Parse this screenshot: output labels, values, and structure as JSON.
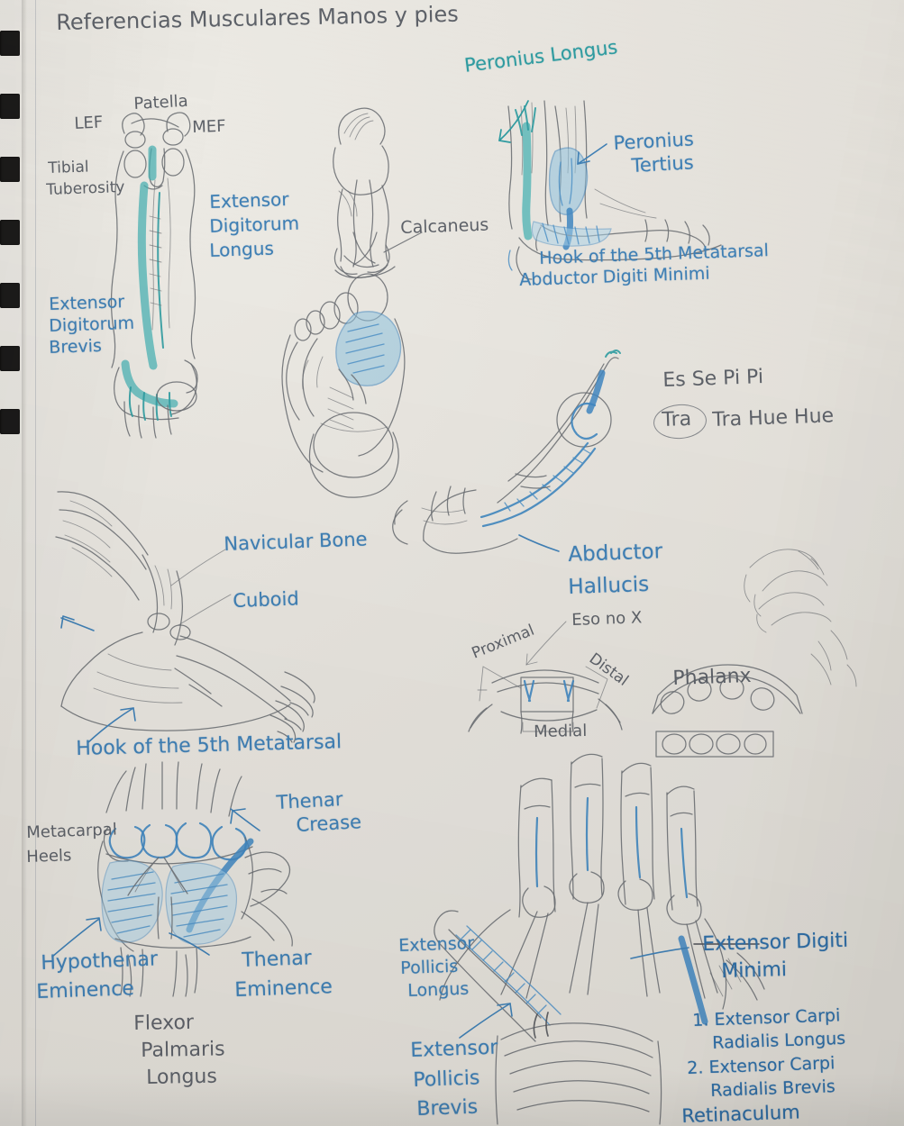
{
  "page": {
    "title": "Referencias Musculares Manos y pies",
    "medium": "pencil and blue/teal ink on spiral-bound sketchbook paper",
    "paper_color": "#e6e3dd",
    "ink_colors": {
      "pencil": "#5d6168",
      "blue": "#3f7fb4",
      "blue_dark": "#2f6ea6",
      "teal": "#2f9ba0"
    }
  },
  "annotations": {
    "leg_front": {
      "lef": "LEF",
      "patella": "Patella",
      "mef": "MEF",
      "tibial_tuberosity_1": "Tibial",
      "tibial_tuberosity_2": "Tuberosity",
      "extensor_digitorum_longus_1": "Extensor",
      "extensor_digitorum_longus_2": "Digitorum",
      "extensor_digitorum_longus_3": "Longus",
      "extensor_digitorum_brevis_1": "Extensor",
      "extensor_digitorum_brevis_2": "Digitorum",
      "extensor_digitorum_brevis_3": "Brevis"
    },
    "heel_back": {
      "calcaneus": "Calcaneus"
    },
    "foot_lateral": {
      "peroneus_longus": "Peronius Longus",
      "peroneus_tertius_1": "Peronius",
      "peroneus_tertius_2": "Tertius",
      "hook_metatarsal": "Hook of the 5th Metatarsal",
      "abductor_digiti_minimi": "Abductor Digiti Minimi"
    },
    "mnemonic": {
      "line1": "Es Se Pi Pi",
      "circled": "Tra",
      "line2": "Tra Hue Hue"
    },
    "foot_medial": {
      "navicular_bone": "Navicular Bone",
      "cuboid": "Cuboid",
      "hook_metatarsal": "Hook of the 5th Metatarsal"
    },
    "foot_arch": {
      "abductor_hallucis_1": "Abductor",
      "abductor_hallucis_2": "Hallucis",
      "note": "Eso no X",
      "proximal": "Proximal",
      "distal": "Distal",
      "medial": "Medial"
    },
    "phalanx": {
      "label": "Phalanx"
    },
    "hand_palm": {
      "metacarpal_heels_1": "Metacarpal",
      "metacarpal_heels_2": "Heels",
      "thenar_crease_1": "Thenar",
      "thenar_crease_2": "Crease",
      "hypothenar_eminence_1": "Hypothenar",
      "hypothenar_eminence_2": "Eminence",
      "thenar_eminence_1": "Thenar",
      "thenar_eminence_2": "Eminence",
      "flexor_palmaris_longus_1": "Flexor",
      "flexor_palmaris_longus_2": "Palmaris",
      "flexor_palmaris_longus_3": "Longus"
    },
    "hand_dorsum": {
      "extensor_pollicis_longus_1": "Extensor",
      "extensor_pollicis_longus_2": "Pollicis",
      "extensor_pollicis_longus_3": "Longus",
      "extensor_pollicis_brevis_1": "Extensor",
      "extensor_pollicis_brevis_2": "Pollicis",
      "extensor_pollicis_brevis_3": "Brevis",
      "extensor_digiti_minimi_1": "Extensor Digiti",
      "extensor_digiti_minimi_2": "Minimi",
      "list_item_1_a": "1. Extensor Carpi",
      "list_item_1_b": "Radialis Longus",
      "list_item_2_a": "2. Extensor Carpi",
      "list_item_2_b": "Radialis Brevis",
      "retinaculum": "Retinaculum"
    }
  }
}
